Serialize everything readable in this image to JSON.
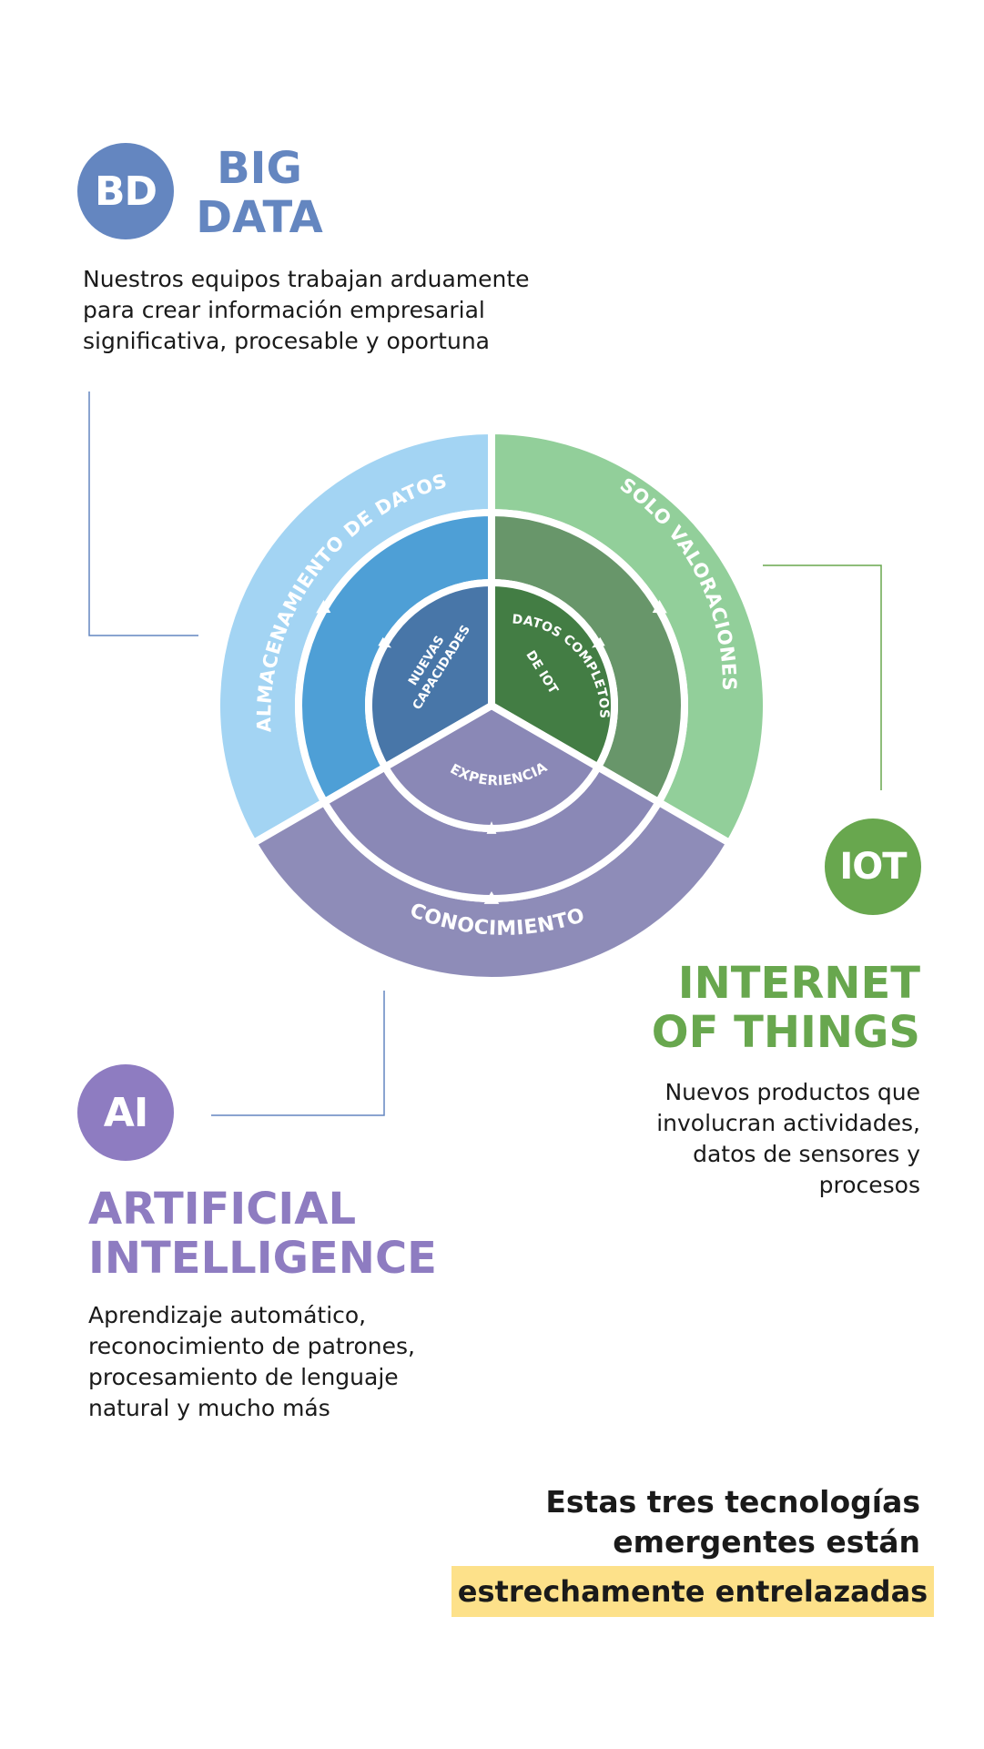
{
  "colors": {
    "big_data": "#6486c0",
    "iot": "#68a74e",
    "ai": "#8e7cc1",
    "highlight": "#fde18a",
    "ring_light_blue": "#a3d4f3",
    "ring_mid_blue": "#4e9fd6",
    "ring_dark_blue": "#4876a8",
    "ring_light_green": "#92cf9a",
    "ring_mid_green": "#68966a",
    "ring_dark_green": "#437d44",
    "ring_lavender": "#8e8cb8",
    "ring_lavender_inner": "#8a88b6"
  },
  "big_data": {
    "badge": "BD",
    "title_lines": [
      "BIG",
      "DATA"
    ],
    "description_lines": [
      "Nuestros equipos trabajan arduamente",
      "para crear información empresarial",
      "significativa, procesable y oportuna"
    ]
  },
  "iot": {
    "badge": "IOT",
    "title_lines": [
      "INTERNET",
      "OF THINGS"
    ],
    "description_lines": [
      "Nuevos productos que",
      "involucran actividades,",
      "datos de sensores y",
      "procesos"
    ]
  },
  "ai": {
    "badge": "AI",
    "title_lines": [
      "ARTIFICIAL",
      "INTELLIGENCE"
    ],
    "description_lines": [
      "Aprendizaje automático,",
      "reconocimiento de patrones,",
      "procesamiento de lenguaje",
      "natural y mucho más"
    ]
  },
  "diagram": {
    "outer": {
      "left": "ALMACENAMIENTO DE DATOS",
      "right": "SOLO VALORACIONES",
      "bottom": "CONOCIMIENTO"
    },
    "inner": {
      "left_lines": [
        "NUEVAS",
        "CAPACIDADES"
      ],
      "right_lines": [
        "DATOS COMPLETOS",
        "DE IOT"
      ],
      "bottom": "EXPERIENCIA"
    }
  },
  "conclusion": {
    "lines": [
      "Estas tres tecnologías",
      "emergentes están"
    ],
    "highlight": "estrechamente entrelazadas"
  }
}
